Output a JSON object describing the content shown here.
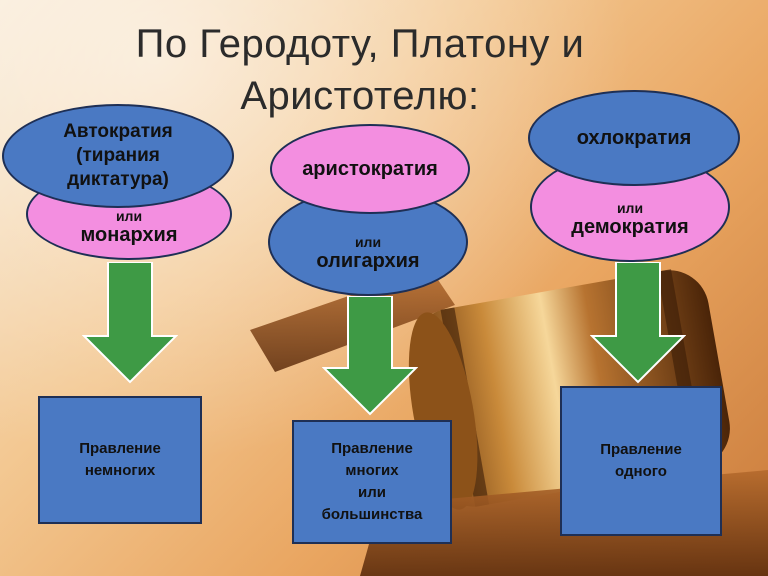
{
  "title": {
    "line1": "По Геродоту, Платону и",
    "line2": "Аристотелю:"
  },
  "columns": [
    {
      "top_oval": {
        "lines": [
          "Автократия",
          "(тирания",
          "диктатура)"
        ]
      },
      "bottom_oval": {
        "connector": "или",
        "label": "монархия"
      },
      "box": {
        "lines": [
          "Правление",
          "немногих"
        ]
      }
    },
    {
      "top_oval": {
        "lines": [
          "аристократия"
        ]
      },
      "bottom_oval": {
        "connector": "или",
        "label": "олигархия"
      },
      "box": {
        "lines": [
          "Правление",
          "многих",
          "или",
          "большинства"
        ]
      }
    },
    {
      "top_oval": {
        "lines": [
          "охлократия"
        ]
      },
      "bottom_oval": {
        "connector": "или",
        "label": "демократия"
      },
      "box": {
        "lines": [
          "Правление",
          "одного"
        ]
      }
    }
  ],
  "colors": {
    "blue_fill": "#4a79c3",
    "pink_fill": "#f38ee0",
    "arrow_green": "#3e9a45",
    "outline": "#1e2f55"
  }
}
